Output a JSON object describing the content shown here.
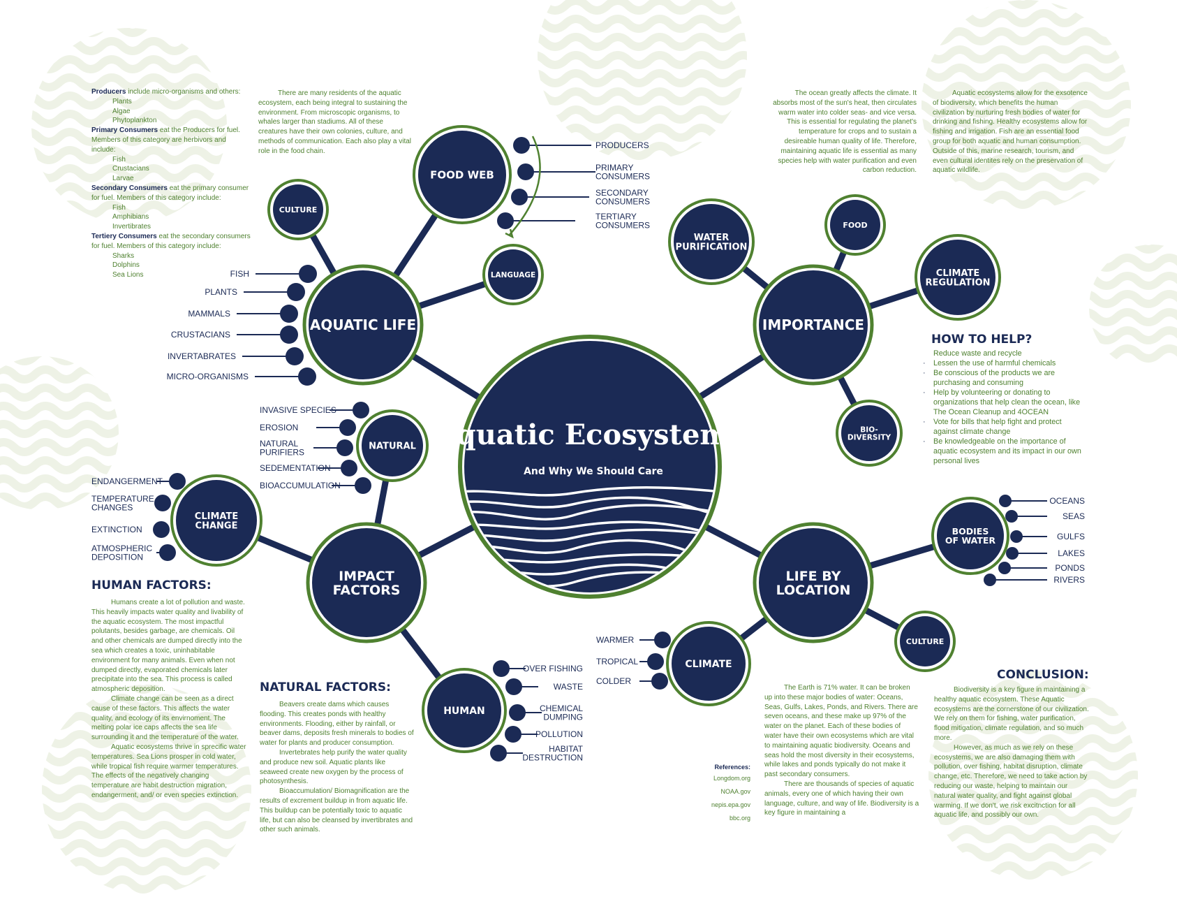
{
  "colors": {
    "navy": "#1b2a55",
    "green": "#4f8130",
    "accent_text": "#4f8130",
    "background_swirl": "#eef2e6"
  },
  "center": {
    "title": "Aquatic Ecosystems",
    "subtitle": "And Why We Should Care"
  },
  "nodes": {
    "aquatic_life": "AQUATIC LIFE",
    "food_web": "FOOD WEB",
    "culture_top": "CULTURE",
    "language": "LANGUAGE",
    "importance": "IMPORTANCE",
    "water_purification": [
      "WATER",
      "PURIFICATION"
    ],
    "food": "FOOD",
    "climate_regulation": [
      "CLIMATE",
      "REGULATION"
    ],
    "biodiversity": [
      "BIO-",
      "DIVERSITY"
    ],
    "impact_factors": [
      "IMPACT",
      "FACTORS"
    ],
    "natural": "NATURAL",
    "climate_change": [
      "CLIMATE",
      "CHANGE"
    ],
    "human": "HUMAN",
    "life_by_location": [
      "LIFE BY",
      "LOCATION"
    ],
    "bodies_of_water": [
      "BODIES",
      "OF WATER"
    ],
    "culture_bottom": "CULTURE",
    "climate": "CLIMATE"
  },
  "labels": {
    "aquatic_life": [
      "FISH",
      "PLANTS",
      "MAMMALS",
      "CRUSTACIANS",
      "INVERTABRATES",
      "MICRO-ORGANISMS"
    ],
    "food_web": [
      [
        "PRODUCERS"
      ],
      [
        "PRIMARY",
        "CONSUMERS"
      ],
      [
        "SECONDARY",
        "CONSUMERS"
      ],
      [
        "TERTIARY",
        "CONSUMERS"
      ]
    ],
    "natural": [
      [
        "INVASIVE SPECIES"
      ],
      [
        "EROSION"
      ],
      [
        "NATURAL",
        "PURIFIERS"
      ],
      [
        "SEDEMENTATION"
      ],
      [
        "BIOACCUMULATION"
      ]
    ],
    "climate_change": [
      [
        "ENDANGERMENT"
      ],
      [
        "TEMPERATURE",
        "CHANGES"
      ],
      [
        "EXTINCTION"
      ],
      [
        "ATMOSPHERIC",
        "DEPOSITION"
      ]
    ],
    "human": [
      [
        "OVER FISHING"
      ],
      [
        "WASTE"
      ],
      [
        "CHEMICAL",
        "DUMPING"
      ],
      [
        "POLLUTION"
      ],
      [
        "HABITAT",
        "DESTRUCTION"
      ]
    ],
    "bodies_of_water": [
      "OCEANS",
      "SEAS",
      "GULFS",
      "LAKES",
      "PONDS",
      "RIVERS"
    ],
    "climate": [
      "WARMER",
      "TROPICAL",
      "COLDER"
    ]
  },
  "consumers": {
    "producers_head": "Producers",
    "producers_text": " include micro-organisms and others:",
    "producers_list": [
      "Plants",
      "Algae",
      "Phytoplankton"
    ],
    "primary_head": "Primary Consumers",
    "primary_text": " eat the Producers for fuel. Members of this category  are herbivors and include:",
    "primary_list": [
      "Fish",
      "Crustacians",
      "Larvae"
    ],
    "secondary_head": "Secondary Consumers",
    "secondary_text": " eat the primary consumer for fuel. Members of this category include:",
    "secondary_list": [
      "Fish",
      "Amphibians",
      "Invertibrates"
    ],
    "tertiary_head": "Tertiery Consumers",
    "tertiary_text": " eat the secondary consumers for fuel. Members of this category include:",
    "tertiary_list": [
      "Sharks",
      "Dolphins",
      "Sea Lions"
    ]
  },
  "residents_text": "There are many residents of the aquatic ecosystem, each being integral to sustaining the environment. From microscopic organisms, to whales larger than stadiums. All of these creatures have their own colonies, culture, and methods of communication. Each also play a vital role in the food chain.",
  "ocean_climate_text": "The ocean greatly affects the climate. It absorbs most of the sun's heat, then circulates warm water into colder seas- and vice versa. This is essential for regulating the planet's temperature for crops and to sustain a desireable human quality of life. Therefore, maintaining aquatic life is essential as many species help with water purification and even carbon reduction.",
  "biodiversity_text": "Aquatic ecosystems allow for the exsotence of biodiversity, which benefits the human civilization by nurturing fresh bodies of water for drinking and fishing. Healthy ecosystems allow for fishing and irrigation. Fish are an essential food group for both aquatic and human consumption. Outside of this, marine research, tourism, and even cultural identites rely on the preservation of aquatic wildlife.",
  "how_to_help": {
    "title": "HOW TO HELP?",
    "intro": "Reduce waste and recycle",
    "items": [
      "Lessen the use of harmful chemicals",
      "Be conscious of the products we are purchasing and consuming",
      "Help by volunteering or donating to organizations that help clean the ocean, like The Ocean Cleanup and 4OCEAN",
      "Vote for bills that help fight and protect against climate change",
      "Be knowledgeable on the importance of aquatic ecosystem and its impact in our own personal lives"
    ]
  },
  "human_factors": {
    "title": "HUMAN FACTORS:",
    "paragraphs": [
      "Humans create a lot of pollution and waste. This heavily impacts water quality and livability of the aquatic ecosystem. The most impactful polutants, besides garbage, are chemicals. Oil and other chemicals are dumped directly into the sea which creates a toxic, uninhabitable environment for many animals. Even when not dumped directly, evaporated chemicals later precipitate into the sea. This process is called atmospheric deposition.",
      "Climate change can be seen as a direct cause of these factors. This affects the water quality, and ecology of its envirnoment. The melting polar ice caps affects the sea life surrounding it and the temperature of the water.",
      "Aquatic ecosystems thrive in sprecific water temperatures. Sea Lions prosper in cold water, while tropical fish require warmer temperatures. The effects of the negatively changing temperature are habit destruction migration, endangerment, and/ or even species extinction."
    ]
  },
  "natural_factors": {
    "title": "NATURAL FACTORS:",
    "paragraphs": [
      "Beavers create dams which causes flooding. This creates ponds with healthy environments. Flooding, either by rainfall, or beaver dams, deposits fresh minerals to bodies of water for plants and producer consumption.",
      "Invertebrates help purify the water quality and produce new soil. Aquatic plants like seaweed create new oxygen by the process of photosynthesis.",
      "Bioaccumulation/ Biomagnification are the results of excrement buildup in from aquatic life. This buildup can be potentially toxic to aquatic life, but can also be cleansed by invertibrates and other such animals."
    ]
  },
  "references": {
    "title": "References:",
    "items": [
      "Longdom.org",
      "NOAA.gov",
      "nepis.epa.gov",
      "bbc.org"
    ]
  },
  "earth_text": {
    "paragraphs": [
      "The Earth is 71% water. It can be broken up into these major bodies of water: Oceans, Seas, Gulfs, Lakes, Ponds, and Rivers. There are seven oceans, and these make up 97% of the water on the planet. Each of these bodies of water have their own ecosystems which are vital to maintaining aquatic biodiversity. Oceans and seas hold the most diversity in their ecosystems, while lakes and ponds typically do not make it past secondary consumers.",
      "There are thousands of species of aquatic animals, every one of which having their own language, culture, and way of life. Biodiversity is a key figure in maintaining a"
    ]
  },
  "conclusion": {
    "title": "CONCLUSION:",
    "paragraphs": [
      "Biodiversity is a key figure in maintaining a healthy aquatic ecosystem. These Aquatic ecosystems are the cornerstone of our civilization. We rely on them for fishing, water purification, flood mitigation, climate regulation, and so much more.",
      "However, as much as we rely on these ecosystems, we are also damaging them with pollution, over fishing, habitat disruption, climate change, etc. Therefore, we need to take action by reducing our waste, helping to maintain our natural water quality, and fight against global warming. If we don't, we risk excitnction for all aquatic life, and possibly our own."
    ]
  }
}
